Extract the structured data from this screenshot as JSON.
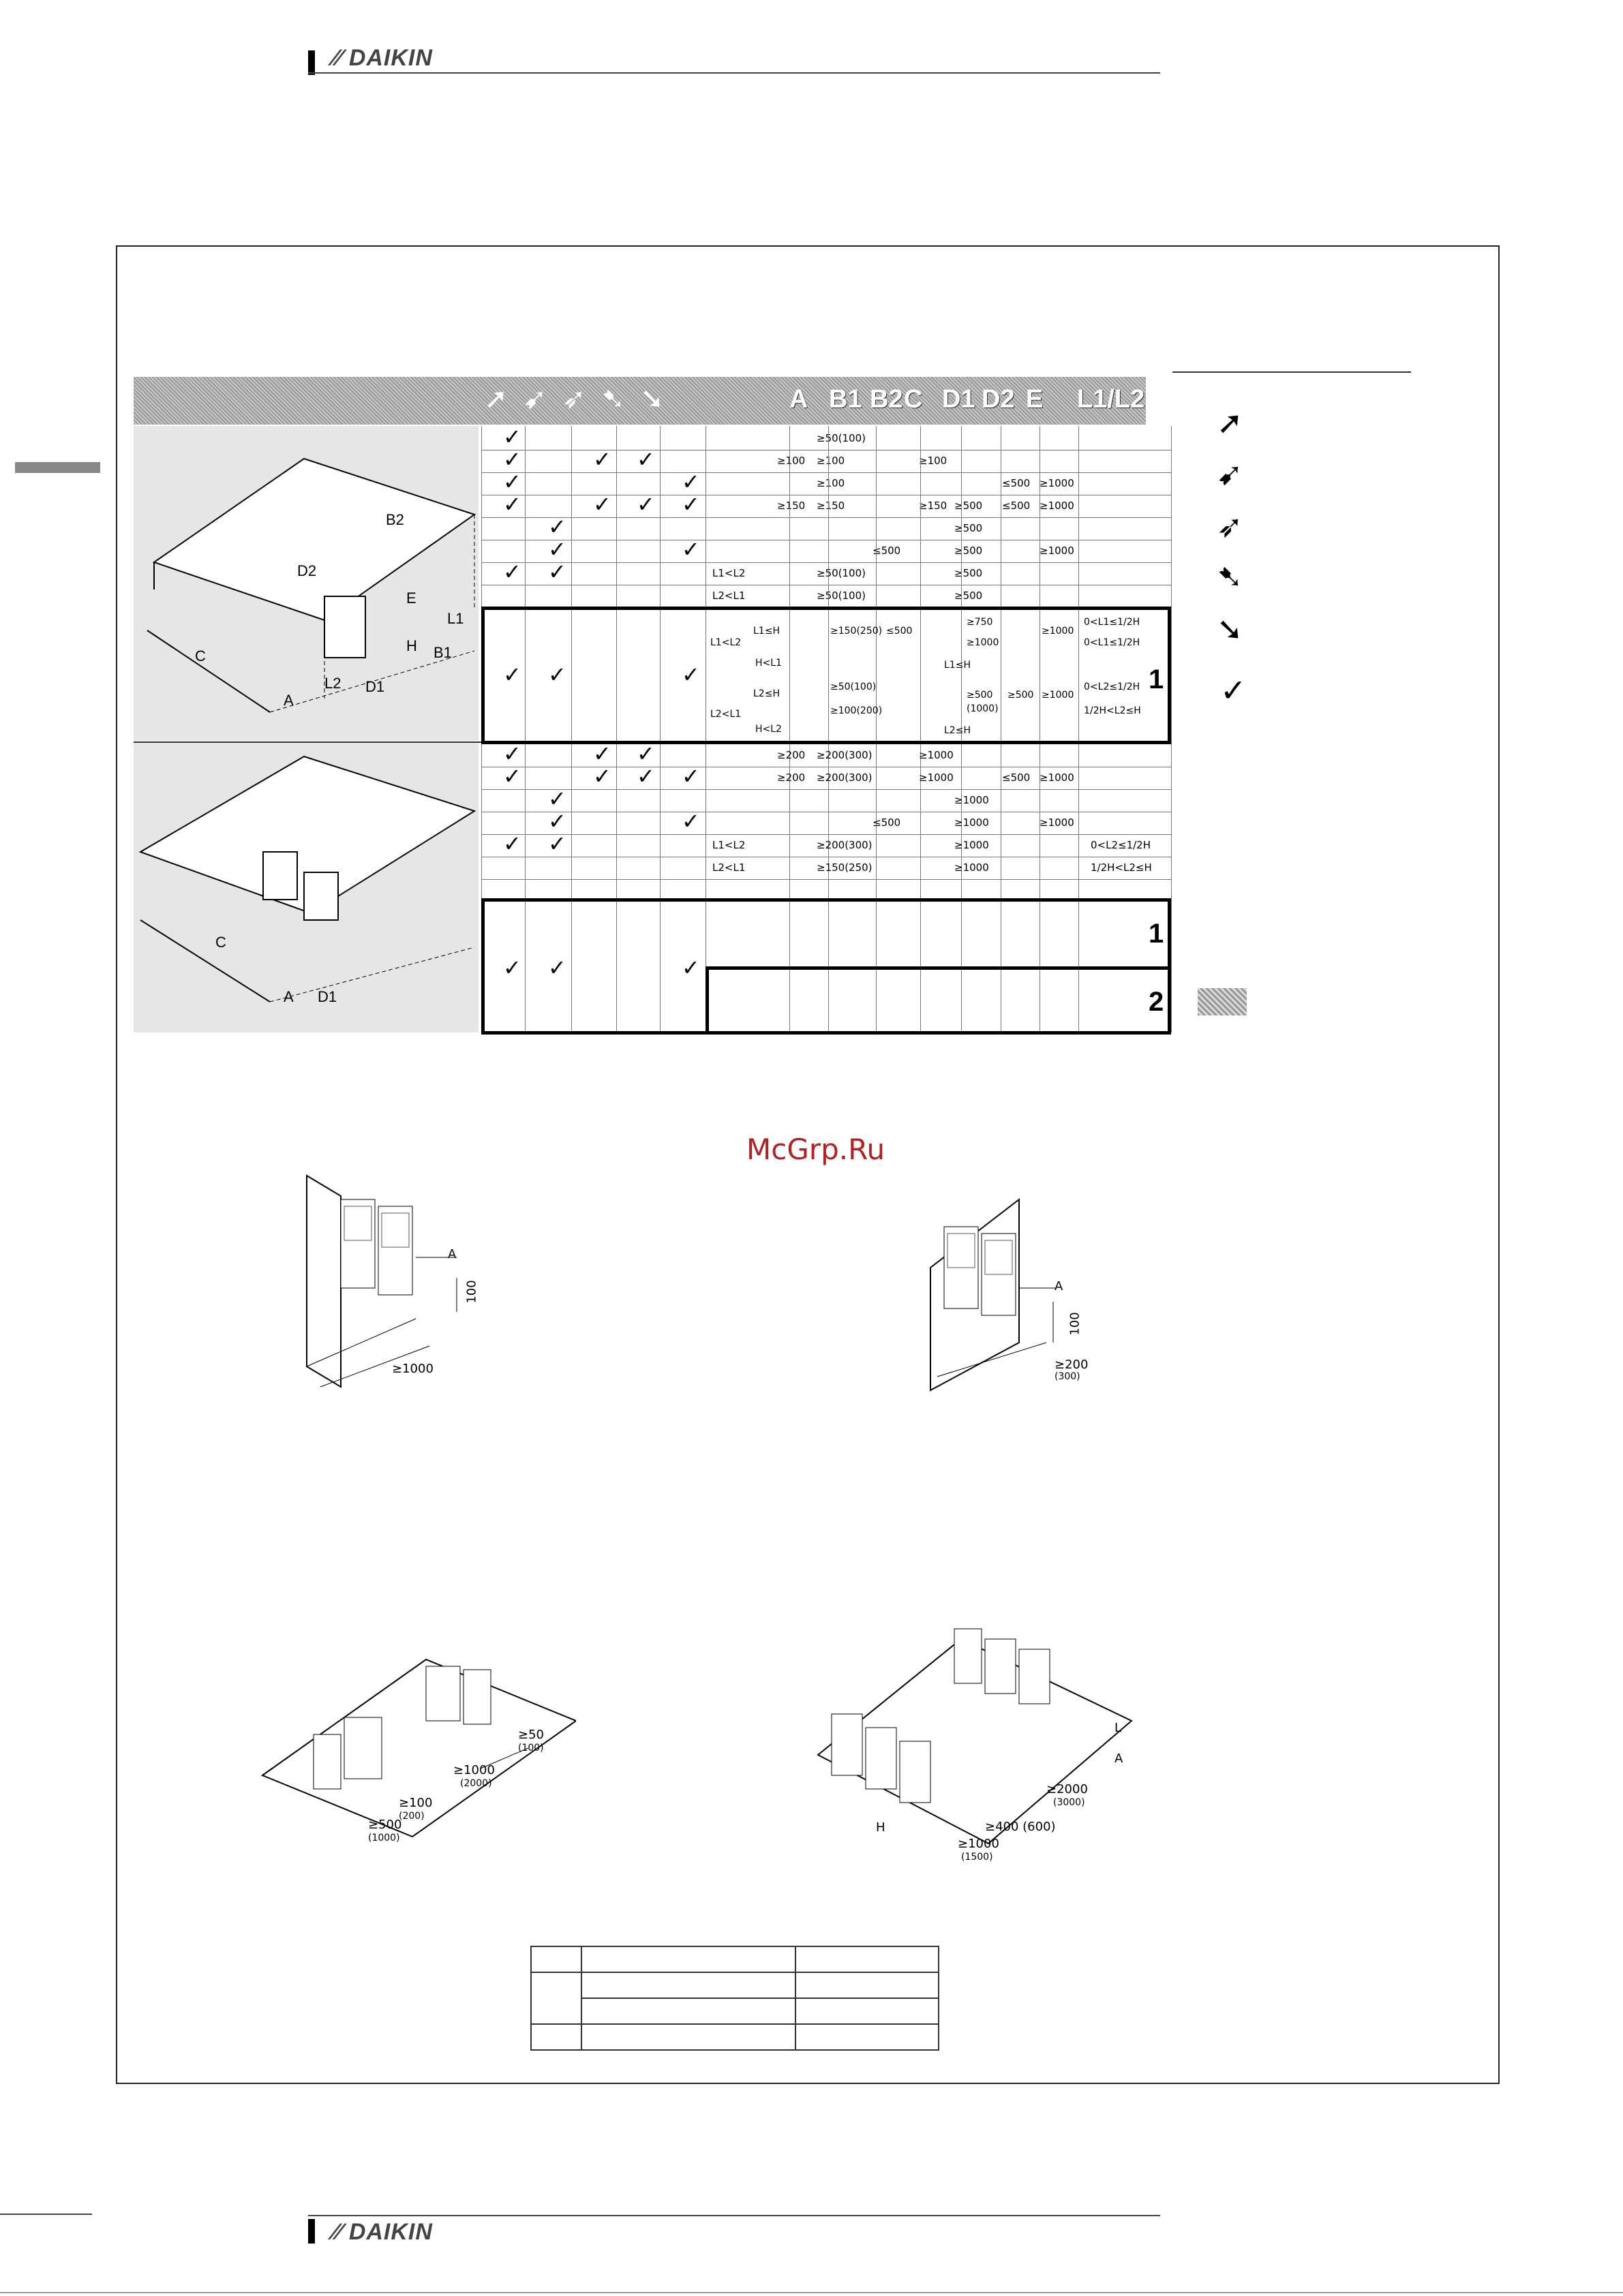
{
  "header": {
    "brand": "DAIKIN"
  },
  "footer": {
    "brand": "DAIKIN"
  },
  "watermark": "McGrp.Ru",
  "table": {
    "columns": [
      "A",
      "B1",
      "B2",
      "C",
      "D1",
      "D2",
      "E",
      "L1/L2"
    ],
    "check": "✓",
    "rows_top": [
      {
        "c": [
          1,
          0,
          0,
          0,
          0
        ],
        "cond": "",
        "v": [
          "",
          "≥50(100)",
          "",
          "",
          "",
          "",
          "",
          ""
        ]
      },
      {
        "c": [
          1,
          0,
          1,
          1,
          0
        ],
        "cond": "",
        "v": [
          "≥100",
          "≥100",
          "",
          "≥100",
          "",
          "",
          "",
          ""
        ]
      },
      {
        "c": [
          1,
          0,
          0,
          0,
          1
        ],
        "cond": "",
        "v": [
          "",
          "≥100",
          "",
          "",
          "",
          "≤500",
          "≥1000",
          ""
        ]
      },
      {
        "c": [
          1,
          0,
          1,
          1,
          1
        ],
        "cond": "",
        "v": [
          "≥150",
          "≥150",
          "",
          "≥150",
          "≥500",
          "≤500",
          "≥1000",
          ""
        ]
      },
      {
        "c": [
          0,
          1,
          0,
          0,
          0
        ],
        "cond": "",
        "v": [
          "",
          "",
          "",
          "",
          "≥500",
          "",
          "",
          ""
        ]
      },
      {
        "c": [
          0,
          1,
          0,
          0,
          1
        ],
        "cond": "",
        "v": [
          "",
          "",
          "≤500",
          "",
          "≥500",
          "",
          "≥1000",
          ""
        ]
      },
      {
        "c": [
          1,
          1,
          0,
          0,
          0
        ],
        "cond": "L1<L2",
        "v": [
          "",
          "≥50(100)",
          "",
          "",
          "≥500",
          "",
          "",
          ""
        ]
      },
      {
        "c": [
          0,
          0,
          0,
          0,
          0
        ],
        "cond": "L2<L1",
        "v": [
          "",
          "≥50(100)",
          "",
          "",
          "≥500",
          "",
          "",
          ""
        ]
      }
    ],
    "box1_top": {
      "cond_a": "L1<L2",
      "cond_b": "L2<L1",
      "r1": [
        "L1≤H",
        "≥150(250)",
        "≤500",
        "≥750",
        "≥1000",
        "≥1000",
        "0<L1≤1/2H"
      ],
      "r1b": [
        "≥1000",
        "0<L1≤1/2H"
      ],
      "h_l1": "H<L1",
      "span1": "L1≤H",
      "r2": [
        "L2≤H",
        "≥50(100)",
        "≥500",
        "≥500",
        "≥1000",
        "0<L2≤1/2H"
      ],
      "r2b": [
        "≥100(200)",
        "(1000)",
        "1/2H<L2≤H"
      ],
      "h_l2": "H<L2",
      "span2": "L2≤H"
    },
    "rows_bottom": [
      {
        "c": [
          1,
          0,
          1,
          1,
          0
        ],
        "cond": "",
        "v": [
          "≥200",
          "≥200(300)",
          "",
          "≥1000",
          "",
          "",
          "",
          ""
        ]
      },
      {
        "c": [
          1,
          0,
          1,
          1,
          1
        ],
        "cond": "",
        "v": [
          "≥200",
          "≥200(300)",
          "",
          "≥1000",
          "",
          "≤500",
          "≥1000",
          ""
        ]
      },
      {
        "c": [
          0,
          1,
          0,
          0,
          0
        ],
        "cond": "",
        "v": [
          "",
          "",
          "",
          "",
          "≥1000",
          "",
          "",
          ""
        ]
      },
      {
        "c": [
          0,
          1,
          0,
          0,
          1
        ],
        "cond": "",
        "v": [
          "",
          "",
          "≤500",
          "",
          "≥1000",
          "",
          "≥1000",
          ""
        ]
      },
      {
        "c": [
          1,
          1,
          0,
          0,
          0
        ],
        "cond": "L1<L2",
        "v": [
          "",
          "≥200(300)",
          "",
          "",
          "≥1000",
          "",
          "",
          "0<L2≤1/2H"
        ]
      },
      {
        "c": [
          0,
          0,
          0,
          0,
          0
        ],
        "cond": "L2<L1",
        "v": [
          "",
          "≥150(250)",
          "",
          "",
          "≥1000",
          "",
          "",
          "1/2H<L2≤H"
        ]
      }
    ],
    "box_labels": [
      "1",
      "2"
    ]
  },
  "legend_check": "✓",
  "figures": {
    "f1": {
      "a": "A",
      "h": "100",
      "d": "≥1000"
    },
    "f2": {
      "a": "A",
      "h": "100",
      "d": "≥200",
      "d2": "(300)"
    },
    "f3": {
      "d1": "≥50",
      "d1b": "(100)",
      "d2": "≥1000",
      "d2b": "(2000)",
      "d3": "≥100",
      "d3b": "(200)",
      "d4": "≥500",
      "d4b": "(1000)"
    },
    "f4": {
      "l": "L",
      "a": "A",
      "d1": "≥2000",
      "d1b": "(3000)",
      "d2": "≥400 (600)",
      "d3": "≥1000",
      "d3b": "(1500)",
      "h": "H"
    }
  },
  "illus_labels": {
    "b2": "B2",
    "d2": "D2",
    "e": "E",
    "l1": "L1",
    "b1": "B1",
    "h": "H",
    "c": "C",
    "l2": "L2",
    "d1": "D1",
    "a": "A"
  }
}
